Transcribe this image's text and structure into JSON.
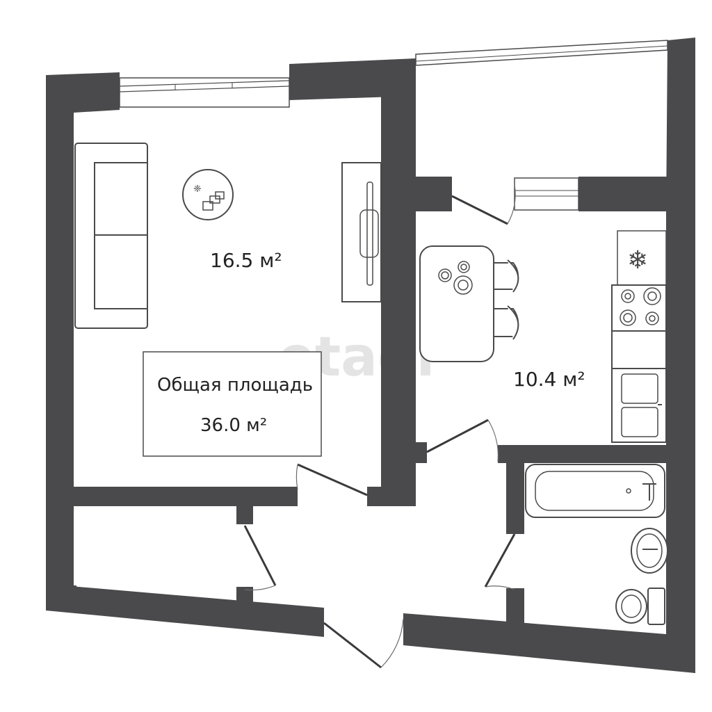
{
  "rooms": {
    "living": {
      "area": "16.5 м²"
    },
    "kitchen": {
      "area": "10.4 м²"
    }
  },
  "total": {
    "label": "Общая площадь",
    "value": "36.0 м²"
  },
  "watermark": "etagi",
  "colors": {
    "wall": "#4a4a4c",
    "background": "#ffffff",
    "watermark": "#e4e4e4"
  },
  "icons": [
    "snowflake-icon",
    "sofa-icon",
    "stove-icon",
    "sink-icon",
    "bathtub-icon",
    "toilet-icon"
  ]
}
